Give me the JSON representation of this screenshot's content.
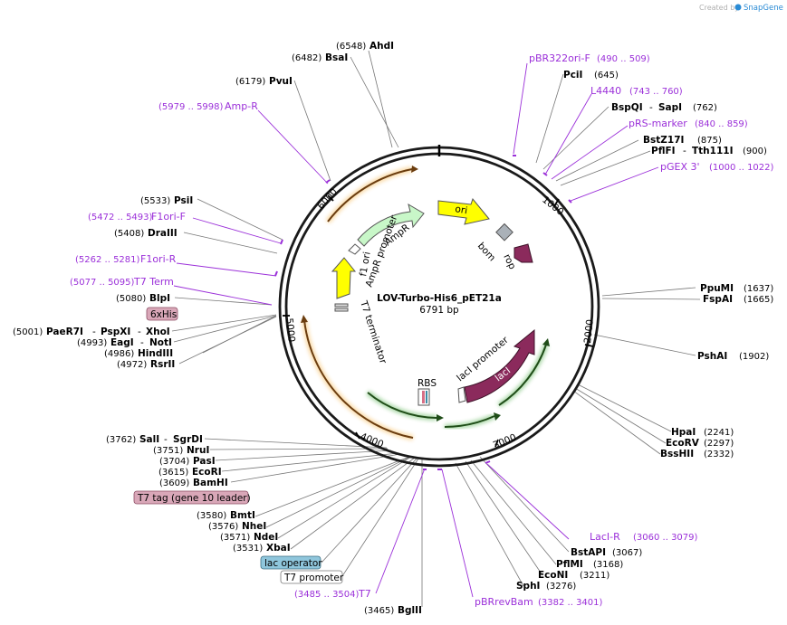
{
  "watermark": {
    "prefix": "Created by",
    "brand": "SnapGene"
  },
  "plasmid": {
    "name": "LOV-Turbo-His6_pET21a",
    "length": "6791 bp"
  },
  "ticks": [
    "1000",
    "2000",
    "3000",
    "4000",
    "5000",
    "6000"
  ],
  "features_on_map": {
    "ori": "ori",
    "rop": "rop",
    "bom": "bom",
    "ampr": "AmpR",
    "ampr_promoter": "AmpR promoter",
    "f1ori": "f1 ori",
    "t7_terminator": "T7 terminator",
    "laci_promoter": "lacI promoter",
    "laci": "lacI",
    "rbs": "RBS"
  },
  "sites": {
    "ahdi": {
      "pos": "(6548)",
      "name": "AhdI"
    },
    "bsai": {
      "pos": "(6482)",
      "name": "BsaI"
    },
    "pvui": {
      "pos": "(6179)",
      "name": "PvuI"
    },
    "psii": {
      "pos": "(5533)",
      "name": "PsiI"
    },
    "draiii": {
      "pos": "(5408)",
      "name": "DraIII"
    },
    "blpi": {
      "pos": "(5080)",
      "name": "BlpI"
    },
    "paer7i": {
      "pos": "(5001)",
      "name": "PaeR7I",
      "name2": "PspXI",
      "name3": "XhoI"
    },
    "eagi": {
      "pos": "(4993)",
      "name": "EagI",
      "name2": "NotI"
    },
    "hindiii": {
      "pos": "(4986)",
      "name": "HindIII"
    },
    "rsrii": {
      "pos": "(4972)",
      "name": "RsrII"
    },
    "pcii": {
      "name": "PciI",
      "pos": "(645)"
    },
    "bspqi": {
      "name": "BspQI",
      "name2": "SapI",
      "pos": "(762)"
    },
    "bstz17i": {
      "name": "BstZ17I",
      "pos": "(875)"
    },
    "pflfi": {
      "name": "PflFI",
      "name2": "Tth111I",
      "pos": "(900)"
    },
    "ppumi": {
      "name": "PpuMI",
      "pos": "(1637)"
    },
    "fspai": {
      "name": "FspAI",
      "pos": "(1665)"
    },
    "pshai": {
      "name": "PshAI",
      "pos": "(1902)"
    },
    "hpai": {
      "name": "HpaI",
      "pos": "(2241)"
    },
    "ecorv": {
      "name": "EcoRV",
      "pos": "(2297)"
    },
    "bsshii": {
      "name": "BssHII",
      "pos": "(2332)"
    },
    "sali": {
      "pos": "(3762)",
      "name": "SalI",
      "name2": "SgrDI"
    },
    "nrui": {
      "pos": "(3751)",
      "name": "NruI"
    },
    "pasi": {
      "pos": "(3704)",
      "name": "PasI"
    },
    "ecori": {
      "pos": "(3615)",
      "name": "EcoRI"
    },
    "bamhi": {
      "pos": "(3609)",
      "name": "BamHI"
    },
    "bmti": {
      "pos": "(3580)",
      "name": "BmtI"
    },
    "nhei": {
      "pos": "(3576)",
      "name": "NheI"
    },
    "ndei": {
      "pos": "(3571)",
      "name": "NdeI"
    },
    "xbai": {
      "pos": "(3531)",
      "name": "XbaI"
    },
    "bglii": {
      "pos": "(3465)",
      "name": "BglII"
    },
    "bstapi": {
      "name": "BstAPI",
      "pos": "(3067)"
    },
    "pflmi": {
      "name": "PflMI",
      "pos": "(3168)"
    },
    "econi": {
      "name": "EcoNI",
      "pos": "(3211)"
    },
    "sphi": {
      "name": "SphI",
      "pos": "(3276)"
    }
  },
  "primers": {
    "pbr322ori": {
      "name": "pBR322ori-F",
      "range": "(490 .. 509)"
    },
    "l4440": {
      "name": "L4440",
      "range": "(743 .. 760)"
    },
    "prsmarker": {
      "name": "pRS-marker",
      "range": "(840 .. 859)"
    },
    "pgex3": {
      "name": "pGEX 3'",
      "range": "(1000 .. 1022)"
    },
    "ampr": {
      "range": "(5979 .. 5998)",
      "name": "Amp-R"
    },
    "f1orif": {
      "range": "(5472 .. 5493)",
      "name": "F1ori-F"
    },
    "f1orir": {
      "range": "(5262 .. 5281)",
      "name": "F1ori-R"
    },
    "t7term": {
      "range": "(5077 .. 5095)",
      "name": "T7 Term"
    },
    "lacir": {
      "name": "LacI-R",
      "range": "(3060 .. 3079)"
    },
    "t7": {
      "range": "(3485 .. 3504)",
      "name": "T7"
    },
    "pbrrevbam": {
      "name": "pBRrevBam",
      "range": "(3382 .. 3401)"
    }
  },
  "boxed_features": {
    "his6": "6xHis",
    "t7tag": "T7 tag (gene 10 leader)",
    "lacop": "lac operator",
    "t7prom": "T7 promoter"
  },
  "colors": {
    "primer": "#9b30d9",
    "ori": "#ffff00",
    "ampr": "#c8f7c8",
    "laci": "#8b2a5c",
    "orange_glow": "#f5b041",
    "green_glow": "#33a02c",
    "his_box": "#d9a7b8",
    "lacop_box": "#8fc6dc"
  }
}
